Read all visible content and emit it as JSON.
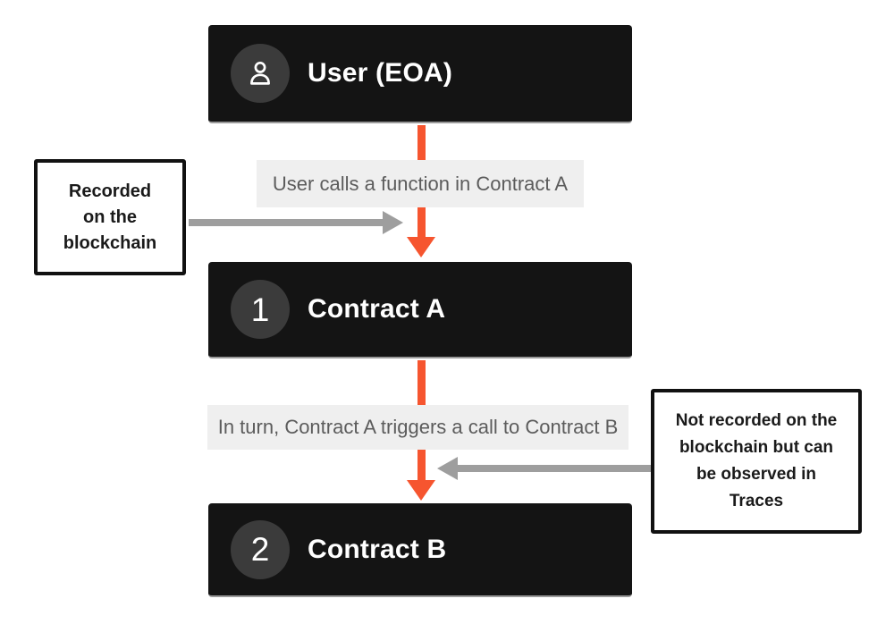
{
  "colors": {
    "canvas_bg": "#ffffff",
    "node_bg": "#141414",
    "node_bottom_edge": "#9a9a9a",
    "node_text": "#ffffff",
    "badge_bg": "#3b3b3b",
    "flow_label_bg": "#efefef",
    "flow_label_text": "#5c5c5c",
    "arrow_primary": "#f6552f",
    "arrow_secondary": "#9e9e9e",
    "annotation_bg": "#ffffff",
    "annotation_border": "#111111",
    "annotation_text": "#1a1a1a"
  },
  "nodes": {
    "user": {
      "title": "User (EOA)",
      "icon": "user-icon"
    },
    "contract_a": {
      "title": "Contract A",
      "number": "1"
    },
    "contract_b": {
      "title": "Contract B",
      "number": "2"
    }
  },
  "flow_labels": {
    "call1": "User calls a function in Contract A",
    "call2": "In turn, Contract A triggers a call to Contract B"
  },
  "annotations": {
    "left": {
      "lines": [
        "Recorded",
        "on the",
        "blockchain"
      ]
    },
    "right": {
      "lines": [
        "Not recorded on the",
        "blockchain but can",
        "be observed in",
        "Traces"
      ]
    }
  }
}
